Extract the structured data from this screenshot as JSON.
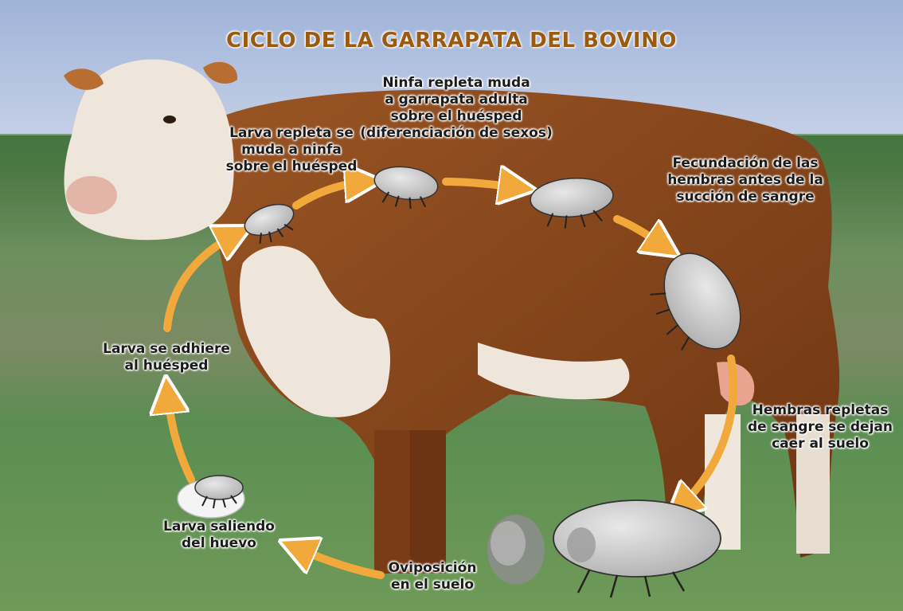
{
  "title": "CICLO DE LA GARRAPATA DEL BOVINO",
  "stages": {
    "ninfa_muda": [
      "Ninfa repleta muda",
      "a garrapata adulta",
      "sobre el huésped",
      "(diferenciación de sexos)"
    ],
    "larva_repleta": [
      "Larva repleta se",
      "muda a ninfa",
      "sobre el huésped"
    ],
    "fecundacion": [
      "Fecundación de las",
      "hembras antes de la",
      "succión de sangre"
    ],
    "larva_adhiere": [
      "Larva se adhiere",
      "al huésped"
    ],
    "hembras_caen": [
      "Hembras repletas",
      "de sangre se dejan",
      "caer al suelo"
    ],
    "larva_saliendo": [
      "Larva saliendo",
      "del huevo"
    ],
    "oviposicion": [
      "Oviposición",
      "en el suelo"
    ]
  },
  "colors": {
    "arrow": "#f2a93b",
    "title": "#9a5a10",
    "tick_body": "#c9c9c9",
    "sky": "#aebfdc",
    "grass": "#5e8a4c",
    "cow_brown": "#8f4a1c",
    "cow_white": "#ece4d8"
  }
}
